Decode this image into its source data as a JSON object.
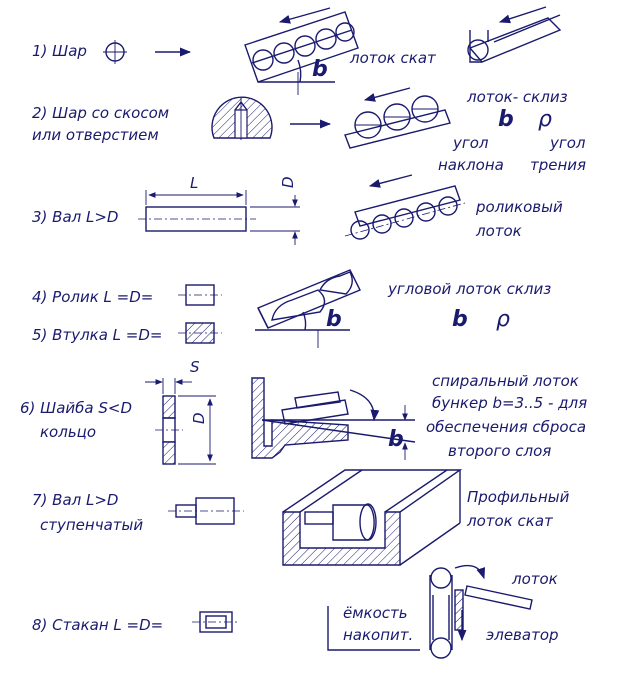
{
  "items": [
    {
      "label": "1) Шар"
    },
    {
      "label": "2) Шар со скосом",
      "label2": "или отверстием"
    },
    {
      "label": "3) Вал   L>D"
    },
    {
      "label": "4) Ролик L =D="
    },
    {
      "label": "5) Втулка L =D="
    },
    {
      "label": "6) Шайба    S<D",
      "label2": "кольцо"
    },
    {
      "label": "7) Вал   L>D",
      "label2": "ступенчатый"
    },
    {
      "label": "8) Стакан L =D="
    }
  ],
  "annotations": {
    "chute": "лоток скат",
    "slide_chute": "лоток- склиз",
    "slope_angle": [
      "угол",
      "наклона"
    ],
    "friction_angle": [
      "угол",
      "трения"
    ],
    "roller_chute": [
      "роликовый",
      "лоток"
    ],
    "angle_chute": "угловой лоток склиз",
    "spiral": [
      "спиральный лоток",
      "бункер  b=3..5 - для",
      "обеспечения сброса",
      "второго слоя"
    ],
    "profile_chute": [
      "Профильный",
      "лоток скат"
    ],
    "tray": "лоток",
    "container": [
      "ёмкость",
      "накопит."
    ],
    "elevator": "элеватор"
  },
  "symbols": {
    "beta": "b",
    "rho": "ρ"
  },
  "dims": {
    "L": "L",
    "D": "D",
    "S": "S"
  }
}
